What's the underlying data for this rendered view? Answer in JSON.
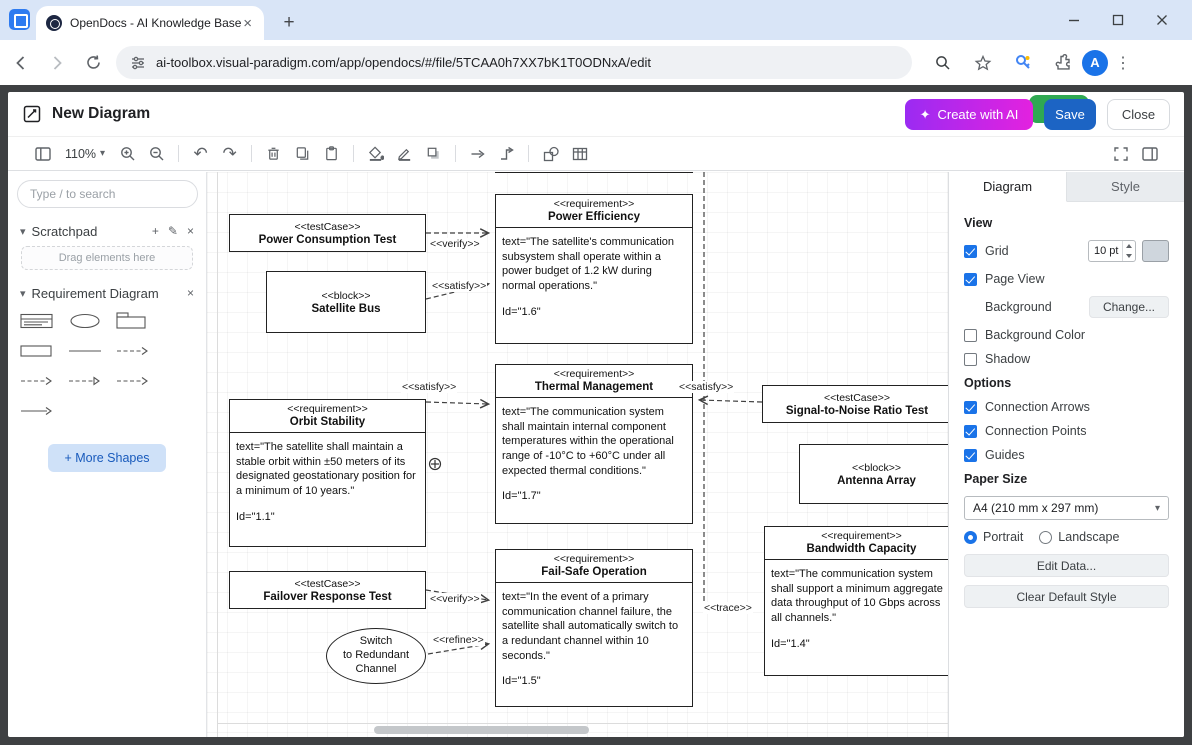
{
  "browser": {
    "tab_title": "OpenDocs - AI Knowledge Base",
    "url": "ai-toolbox.visual-paradigm.com/app/opendocs/#/file/5TCAA0h7XX7bK1T0ODNxA/edit",
    "avatar_letter": "A"
  },
  "icons": {
    "chevron_down": "▾",
    "caret_down": "▾",
    "plus": "+",
    "pencil": "✎",
    "close_x": "×",
    "kebab": "⋮",
    "sparkle": "✦",
    "undo": "↶",
    "redo": "↷"
  },
  "header": {
    "title": "New Diagram",
    "create_ai_label": "Create with AI",
    "save_label": "Save",
    "close_label": "Close"
  },
  "toolbar": {
    "zoom_level": "110%"
  },
  "sidebar": {
    "search_placeholder": "Type / to search",
    "scratchpad_title": "Scratchpad",
    "scratchpad_hint": "Drag elements here",
    "palette_title": "Requirement Diagram",
    "more_shapes_label": "+ More Shapes"
  },
  "inspector": {
    "tab_diagram": "Diagram",
    "tab_style": "Style",
    "view_heading": "View",
    "grid_label": "Grid",
    "grid_size": "10 pt",
    "page_view_label": "Page View",
    "background_label": "Background",
    "background_change_label": "Change...",
    "background_color_label": "Background Color",
    "shadow_label": "Shadow",
    "options_heading": "Options",
    "connection_arrows_label": "Connection Arrows",
    "connection_points_label": "Connection Points",
    "guides_label": "Guides",
    "paper_size_heading": "Paper Size",
    "paper_size_value": "A4 (210 mm x 297 mm)",
    "portrait_label": "Portrait",
    "landscape_label": "Landscape",
    "edit_data_label": "Edit Data...",
    "clear_style_label": "Clear Default Style"
  },
  "diagram": {
    "edge_labels": [
      "<<verify>>",
      "<<satisfy>>",
      "<<satisfy>>",
      "<<satisfy>>",
      "<<verify>>",
      "<<refine>>",
      "<<trace>>"
    ],
    "nodes": {
      "power_consumption_test": {
        "stereotype": "<<testCase>>",
        "name": "Power Consumption Test"
      },
      "power_efficiency": {
        "stereotype": "<<requirement>>",
        "name": "Power Efficiency",
        "text": "text=\"The satellite's communication subsystem shall operate within a power budget of 1.2 kW during normal operations.\"",
        "id": "Id=\"1.6\""
      },
      "satellite_bus": {
        "stereotype": "<<block>>",
        "name": "Satellite Bus"
      },
      "thermal_management": {
        "stereotype": "<<requirement>>",
        "name": "Thermal Management",
        "text": "text=\"The communication system shall maintain internal component temperatures within the operational range of -10°C to +60°C under all expected thermal conditions.\"",
        "id": "Id=\"1.7\""
      },
      "signal_noise_test": {
        "stereotype": "<<testCase>>",
        "name": "Signal-to-Noise Ratio Test"
      },
      "antenna_array": {
        "stereotype": "<<block>>",
        "name": "Antenna Array"
      },
      "orbit_stability": {
        "stereotype": "<<requirement>>",
        "name": "Orbit Stability",
        "text": "text=\"The satellite shall maintain a stable orbit within ±50 meters of its designated geostationary position for a minimum of 10 years.\"",
        "id": "Id=\"1.1\""
      },
      "bandwidth_capacity": {
        "stereotype": "<<requirement>>",
        "name": "Bandwidth Capacity",
        "text": "text=\"The communication system shall support a minimum aggregate data throughput of 10 Gbps across all channels.\"",
        "id": "Id=\"1.4\""
      },
      "failover_response_test": {
        "stereotype": "<<testCase>>",
        "name": "Failover Response Test"
      },
      "fail_safe_operation": {
        "stereotype": "<<requirement>>",
        "name": "Fail-Safe Operation",
        "text": "text=\"In the event of a primary communication channel failure, the satellite shall automatically switch to a redundant channel within 10 seconds.\"",
        "id": "Id=\"1.5\""
      },
      "switch_redundant": {
        "name": "Switch to Redundant Channel"
      }
    }
  }
}
